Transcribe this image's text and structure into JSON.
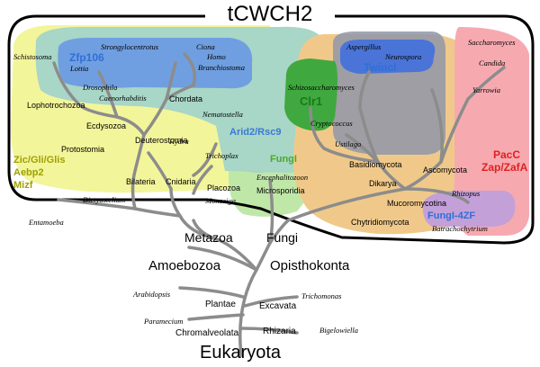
{
  "title": "tCWCH2",
  "colors": {
    "branch": "#8c8c8c",
    "outline": "#000000",
    "yellow_region": "#f3f59a",
    "green_region": "#bfe8a8",
    "blue_region": "#8fb3e6",
    "teal_region": "#a8d6c7",
    "orange_region": "#f0c98a",
    "pink_region": "#f6aab0",
    "purple_region": "#c3a0d8",
    "zfp106_color": "#2f6fd6",
    "twincl_color": "#2f6fd6",
    "clr1_color": "#1a7a1a",
    "arid_color": "#3a7ad6",
    "fungi_color": "#4aaa2a",
    "yellow_label_color": "#a0a000",
    "pacc_color": "#e02020"
  },
  "domain_labels": {
    "zfp106": "Zfp106",
    "twincl": "Twincl",
    "clr1": "Clr1",
    "arid": "Arid2/Rsc9",
    "fungi": "FungI",
    "fungi4zf": "FungI-4ZF",
    "zic_line1": "Zic/Gli/Glis",
    "zic_line2": "Aebp2",
    "zic_line3": "Mizf",
    "pacc_line1": "PacC",
    "pacc_line2": "Zap/ZafA"
  },
  "taxa": {
    "schistosoma": "Schistosoma",
    "lottia": "Lottia",
    "strongylocentrotus": "Strongylocentrotus",
    "ciona": "Ciona",
    "homo": "Homo",
    "branchiostoma": "Branchiostoma",
    "lophotrochozoa": "Lophotrochozoa",
    "drosophila": "Drosophila",
    "caenorhabditis": "Caenorhabditis",
    "chordata": "Chordata",
    "ecdysozoa": "Ecdysozoa",
    "deuterostomia": "Deuterostomia",
    "nematostella": "Nematostella",
    "protostomia": "Protostomia",
    "hydra": "Hydra",
    "trichoplax": "Trichoplax",
    "bilateria": "Bilateria",
    "cnidaria": "Cnidaria",
    "placozoa": "Placozoa",
    "monosiga": "Monosiga",
    "dictyostelium": "Dictyostelium",
    "entamoeba": "Entamoeba",
    "encephalitozoon": "Encephalitozoon",
    "microsporidia": "Microsporidia",
    "aspergillus": "Aspergillus",
    "neurospora": "Neurospora",
    "saccharomyces": "Saccharomyces",
    "candida": "Candida",
    "yarrowia": "Yarrowia",
    "schizosaccharomyces": "Schizosaccharomyces",
    "cryptococcus": "Cryptococcus",
    "ustilago": "Ustilago",
    "basidiomycota": "Basidiomycota",
    "ascomycota": "Ascomycota",
    "dikarya": "Dikarya",
    "mucoromycotina": "Mucoromycotina",
    "rhizopus": "Rhizopus",
    "chytridiomycota": "Chytridiomycota",
    "batrachochytrium": "Batrachochytrium",
    "metazoa": "Metazoa",
    "fungi": "Fungi",
    "amoebozoa": "Amoebozoa",
    "opisthokonta": "Opisthokonta",
    "arabidopsis": "Arabidopsis",
    "plantae": "Plantae",
    "trichomonas": "Trichomonas",
    "excavata": "Excavata",
    "paramecium": "Paramecium",
    "rhizaria": "Rhizaria",
    "bigelowiella": "Bigelowiella",
    "chromalveolata": "Chromalveolata",
    "eukaryota": "Eukaryota"
  }
}
